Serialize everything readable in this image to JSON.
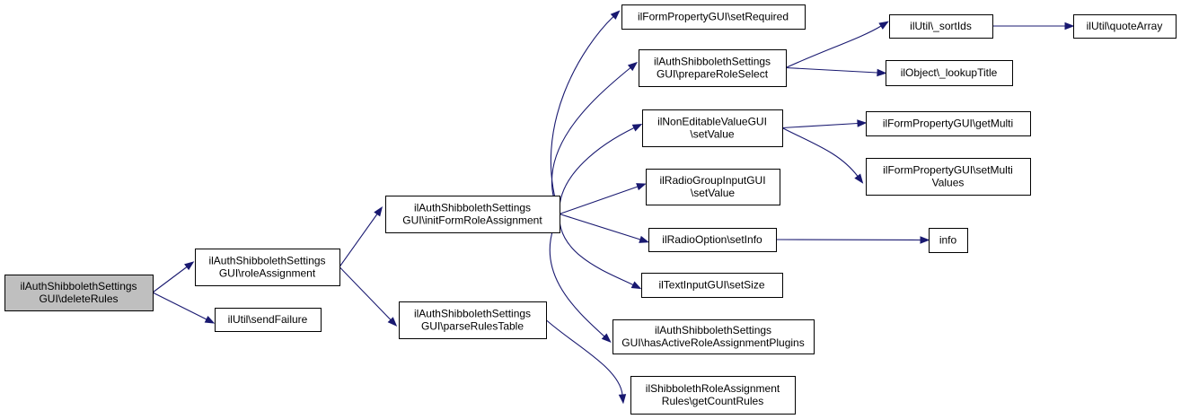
{
  "graph": {
    "type": "call-graph",
    "colors": {
      "edge": "#191970",
      "root_fill": "#bfbfbf",
      "node_fill": "#ffffff",
      "node_border": "#000000"
    },
    "nodes": [
      {
        "id": "deleteRules",
        "lines": [
          "ilAuthShibbolethSettings",
          "GUI\\deleteRules"
        ],
        "root": true
      },
      {
        "id": "roleAssignment",
        "lines": [
          "ilAuthShibbolethSettings",
          "GUI\\roleAssignment"
        ]
      },
      {
        "id": "sendFailure",
        "lines": [
          "ilUtil\\sendFailure"
        ]
      },
      {
        "id": "initFormRoleAssignment",
        "lines": [
          "ilAuthShibbolethSettings",
          "GUI\\initFormRoleAssignment"
        ]
      },
      {
        "id": "parseRulesTable",
        "lines": [
          "ilAuthShibbolethSettings",
          "GUI\\parseRulesTable"
        ]
      },
      {
        "id": "setRequired",
        "lines": [
          "ilFormPropertyGUI\\setRequired"
        ]
      },
      {
        "id": "prepareRoleSelect",
        "lines": [
          "ilAuthShibbolethSettings",
          "GUI\\prepareRoleSelect"
        ]
      },
      {
        "id": "nevSetValue",
        "lines": [
          "ilNonEditableValueGUI",
          "\\setValue"
        ]
      },
      {
        "id": "rgSetValue",
        "lines": [
          "ilRadioGroupInputGUI",
          "\\setValue"
        ]
      },
      {
        "id": "setInfo",
        "lines": [
          "ilRadioOption\\setInfo"
        ]
      },
      {
        "id": "setSize",
        "lines": [
          "ilTextInputGUI\\setSize"
        ]
      },
      {
        "id": "hasActive",
        "lines": [
          "ilAuthShibbolethSettings",
          "GUI\\hasActiveRoleAssignmentPlugins"
        ]
      },
      {
        "id": "getCountRules",
        "lines": [
          "ilShibbolethRoleAssignment",
          "Rules\\getCountRules"
        ]
      },
      {
        "id": "sortIds",
        "lines": [
          "ilUtil\\_sortIds"
        ]
      },
      {
        "id": "lookupTitle",
        "lines": [
          "ilObject\\_lookupTitle"
        ]
      },
      {
        "id": "getMulti",
        "lines": [
          "ilFormPropertyGUI\\getMulti"
        ]
      },
      {
        "id": "setMultiValues",
        "lines": [
          "ilFormPropertyGUI\\setMulti",
          "Values"
        ]
      },
      {
        "id": "info",
        "lines": [
          "info"
        ]
      },
      {
        "id": "quoteArray",
        "lines": [
          "ilUtil\\quoteArray"
        ]
      }
    ],
    "edges": [
      [
        "deleteRules",
        "roleAssignment"
      ],
      [
        "deleteRules",
        "sendFailure"
      ],
      [
        "roleAssignment",
        "initFormRoleAssignment"
      ],
      [
        "roleAssignment",
        "parseRulesTable"
      ],
      [
        "initFormRoleAssignment",
        "setRequired"
      ],
      [
        "initFormRoleAssignment",
        "prepareRoleSelect"
      ],
      [
        "initFormRoleAssignment",
        "nevSetValue"
      ],
      [
        "initFormRoleAssignment",
        "rgSetValue"
      ],
      [
        "initFormRoleAssignment",
        "setInfo"
      ],
      [
        "initFormRoleAssignment",
        "setSize"
      ],
      [
        "initFormRoleAssignment",
        "hasActive"
      ],
      [
        "parseRulesTable",
        "getCountRules"
      ],
      [
        "prepareRoleSelect",
        "sortIds"
      ],
      [
        "prepareRoleSelect",
        "lookupTitle"
      ],
      [
        "nevSetValue",
        "getMulti"
      ],
      [
        "nevSetValue",
        "setMultiValues"
      ],
      [
        "setInfo",
        "info"
      ],
      [
        "sortIds",
        "quoteArray"
      ]
    ]
  }
}
